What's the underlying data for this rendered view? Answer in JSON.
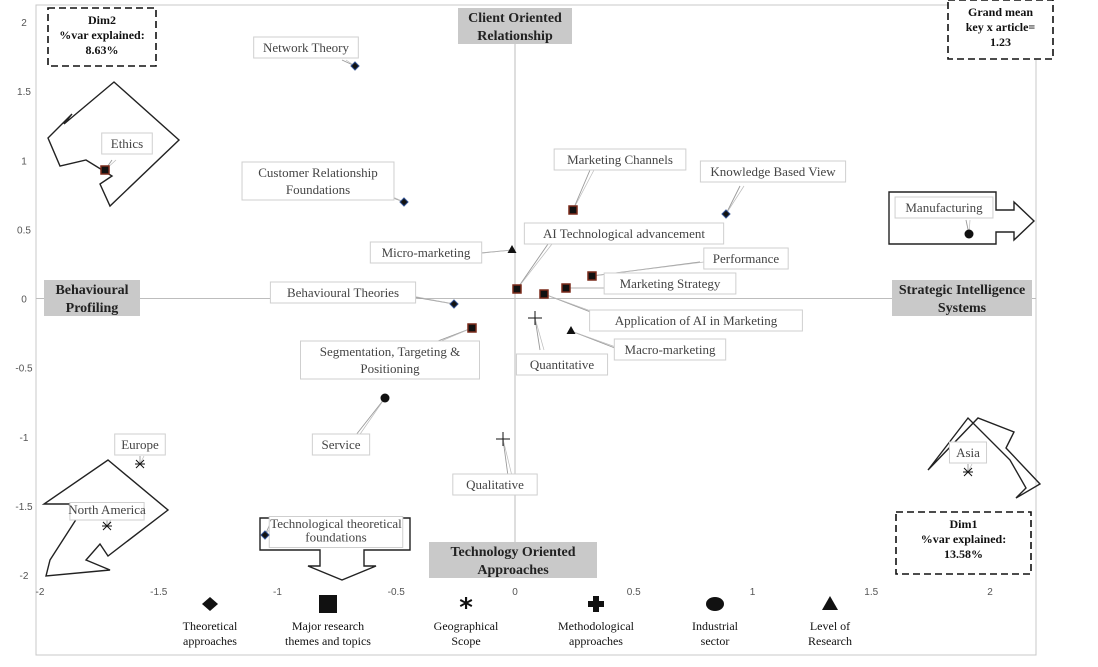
{
  "chart_data": {
    "type": "scatter",
    "xlim": [
      -2,
      2
    ],
    "ylim": [
      -2,
      2
    ],
    "xticks": [
      "-2",
      "-1.5",
      "-1",
      "-0.5",
      "0",
      "0.5",
      "1",
      "1.5",
      "2"
    ],
    "yticks": [
      "2",
      "1.5",
      "1",
      "0.5",
      "0",
      "-0.5",
      "-1",
      "-1.5",
      "-2"
    ],
    "points": [
      {
        "label": "Network Theory",
        "x": -0.68,
        "y": 1.67,
        "category": "Theoretical approaches"
      },
      {
        "label": "Customer Relationship Foundations",
        "x": -0.47,
        "y": 0.7,
        "category": "Theoretical approaches"
      },
      {
        "label": "Knowledge Based View",
        "x": 0.89,
        "y": 0.62,
        "category": "Theoretical approaches"
      },
      {
        "label": "Behavioural Theories",
        "x": -0.27,
        "y": -0.04,
        "category": "Theoretical approaches"
      },
      {
        "label": "Technological theoretical foundations",
        "x": -1.06,
        "y": -1.69,
        "category": "Theoretical approaches"
      },
      {
        "label": "Ethics",
        "x": -1.74,
        "y": 0.93,
        "category": "Major research themes and topics"
      },
      {
        "label": "Marketing Channels",
        "x": 0.24,
        "y": 0.65,
        "category": "Major research themes and topics"
      },
      {
        "label": "AI Technological advancement",
        "x": 0.0,
        "y": 0.06,
        "category": "Major research themes and topics"
      },
      {
        "label": "Performance",
        "x": 0.33,
        "y": 0.16,
        "category": "Major research themes and topics"
      },
      {
        "label": "Marketing Strategy",
        "x": 0.2,
        "y": 0.07,
        "category": "Major research themes and topics"
      },
      {
        "label": "Application of AI in Marketing",
        "x": 0.11,
        "y": 0.04,
        "category": "Major research themes and topics"
      },
      {
        "label": "Segmentation, Targeting & Positioning",
        "x": -0.19,
        "y": -0.2,
        "category": "Major research themes and topics"
      },
      {
        "label": "Europe",
        "x": -1.59,
        "y": -1.22,
        "category": "Geographical Scope"
      },
      {
        "label": "North America",
        "x": -1.74,
        "y": -1.65,
        "category": "Geographical Scope"
      },
      {
        "label": "Asia",
        "x": 1.9,
        "y": -1.27,
        "category": "Geographical Scope"
      },
      {
        "label": "Quantitative",
        "x": 0.08,
        "y": -0.14,
        "category": "Methodological approaches"
      },
      {
        "label": "Qualitative",
        "x": -0.05,
        "y": -1.0,
        "category": "Methodological approaches"
      },
      {
        "label": "Manufacturing",
        "x": 1.91,
        "y": 0.48,
        "category": "Industrial sector"
      },
      {
        "label": "Service",
        "x": -0.56,
        "y": -0.7,
        "category": "Industrial sector"
      },
      {
        "label": "Micro-marketing",
        "x": -0.02,
        "y": 0.34,
        "category": "Level of Research"
      },
      {
        "label": "Macro-marketing",
        "x": 0.23,
        "y": -0.23,
        "category": "Level of Research"
      }
    ],
    "axis_titles": {
      "top": "Client Oriented Relationship",
      "bottom": "Technology Oriented Approaches",
      "left": "Behavioural Profiling",
      "right": "Strategic Intelligence Systems"
    },
    "info_boxes": {
      "dim2": [
        "Dim2",
        "%var explained:",
        "8.63%"
      ],
      "dim1": [
        "Dim1",
        "%var explained:",
        "13.58%"
      ],
      "grand_mean": [
        "Grand mean",
        "key x article=",
        "1.23"
      ]
    },
    "legend": [
      {
        "shape": "diamond",
        "label": "Theoretical approaches"
      },
      {
        "shape": "square",
        "label": "Major research themes and topics"
      },
      {
        "shape": "asterisk",
        "label": "Geographical Scope"
      },
      {
        "shape": "cross",
        "label": "Methodological approaches"
      },
      {
        "shape": "circle",
        "label": "Industrial sector"
      },
      {
        "shape": "triangle",
        "label": "Level of Research"
      }
    ],
    "colors": {
      "marker": "#111111",
      "marker_fill_square": "#7a2a1a",
      "diamond_accent": "#2f4f8f",
      "title_box": "#c9c9c9"
    }
  }
}
